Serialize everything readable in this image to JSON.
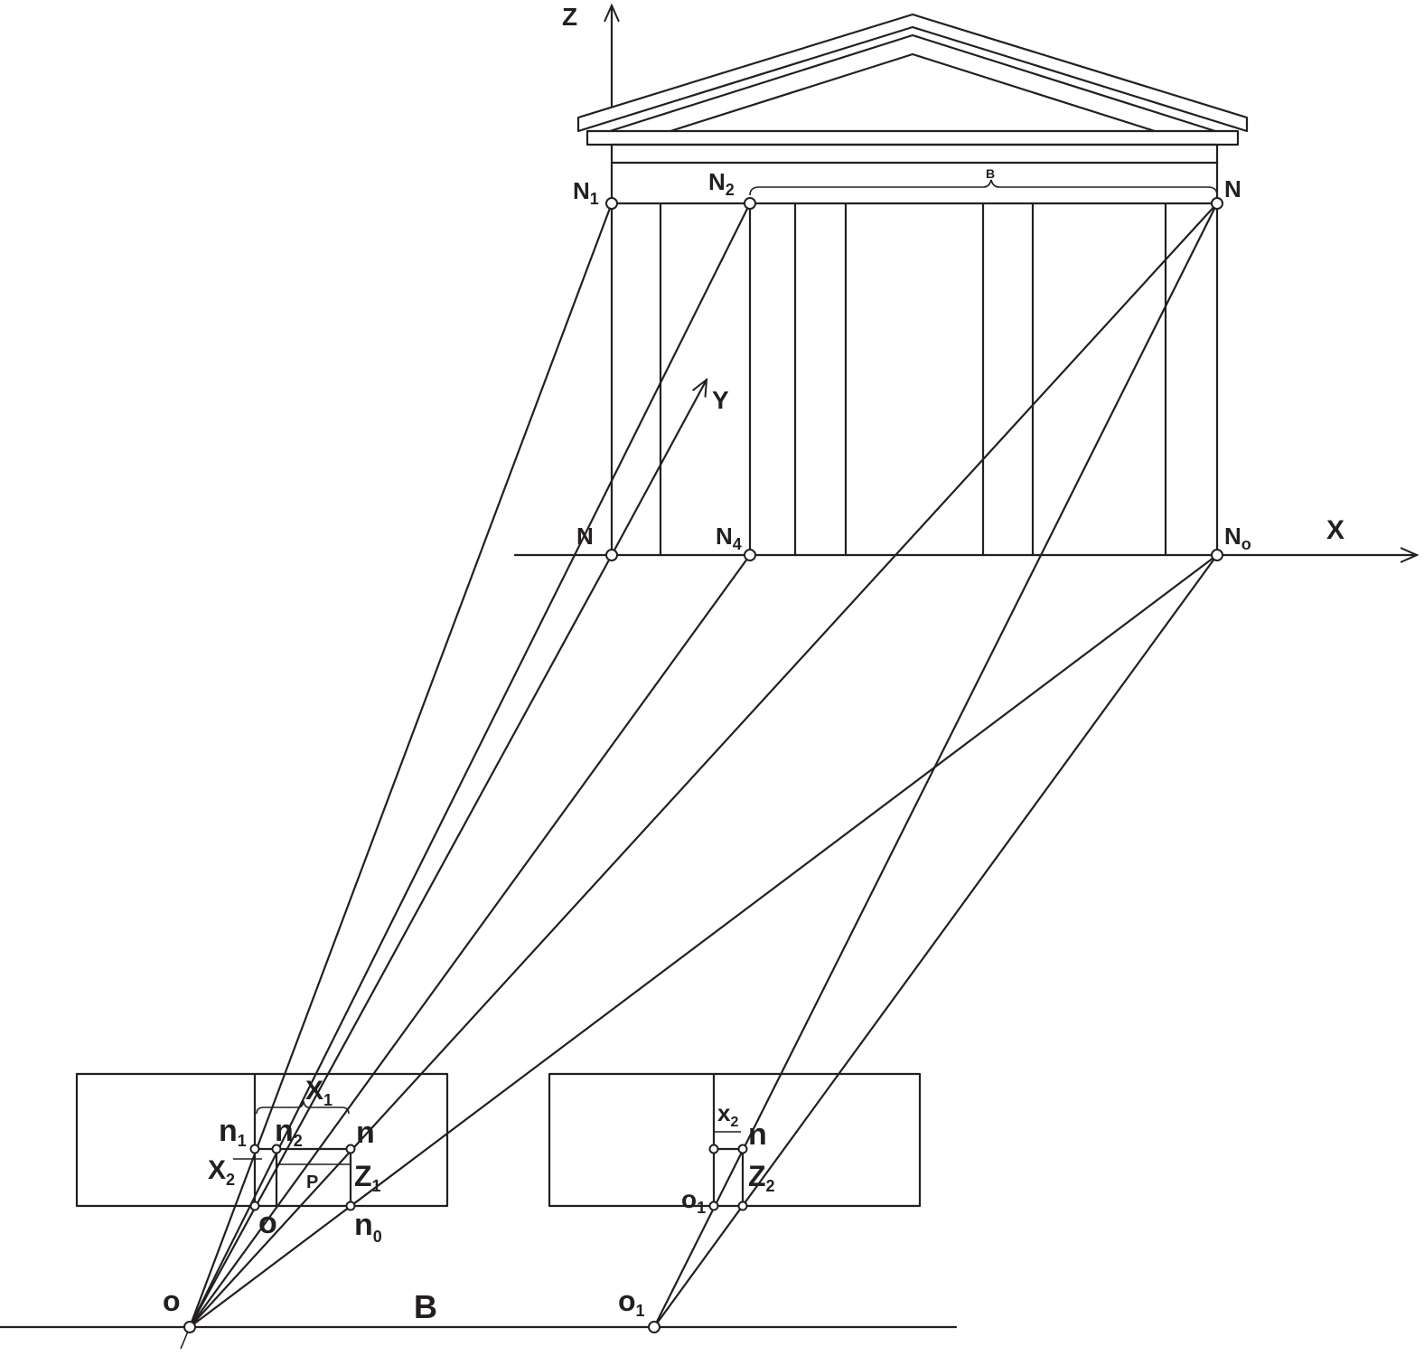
{
  "colors": {
    "ink": "#231f20",
    "background": "#ffffff"
  },
  "labels": {
    "axis_z": "Z",
    "axis_y": "Y",
    "axis_x": "X",
    "n1_upper_base": "N",
    "n1_upper_sub": "1",
    "n2_upper_base": "N",
    "n2_upper_sub": "2",
    "n_upper": "N",
    "b_small": "B",
    "n_lower": "N",
    "n4_base": "N",
    "n4_sub": "4",
    "n0_base": "N",
    "n0_sub": "o",
    "x1_base": "X",
    "x1_sub": "1",
    "n1_small_base": "n",
    "n1_small_sub": "1",
    "n2_small_base": "n",
    "n2_small_sub": "2",
    "n_small_left": "n",
    "x2_left_base": "X",
    "x2_left_sub": "2",
    "p_small": "P",
    "z1_base": "Z",
    "z1_sub": "1",
    "o_small_left": "o",
    "n0_small_base": "n",
    "n0_small_sub": "0",
    "x2_right_base": "x",
    "x2_right_sub": "2",
    "n_small_right": "n",
    "o1_right_base": "o",
    "o1_right_sub": "1",
    "z2_base": "Z",
    "z2_sub": "2",
    "o_bottom": "o",
    "b_big": "B",
    "o1_bottom_base": "o",
    "o1_bottom_sub": "1"
  }
}
